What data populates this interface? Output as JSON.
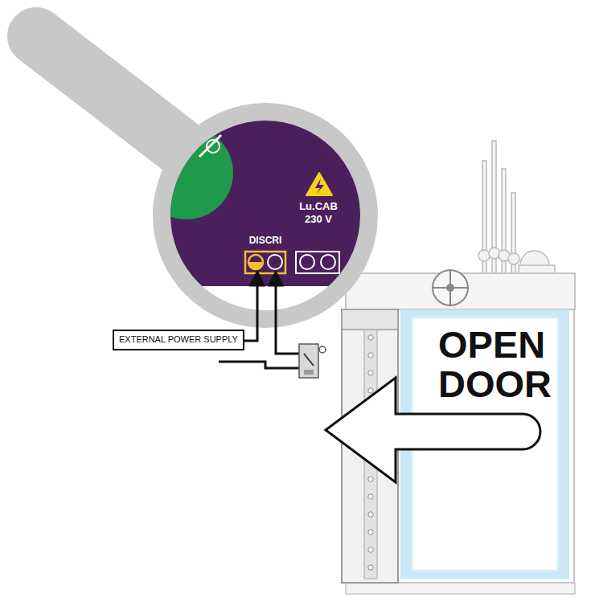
{
  "diagram": {
    "nodes": [
      {
        "text": [
          "EXTERNAL POWER SUPPLY"
        ]
      }
    ],
    "labels": [
      "DISCRI",
      "Lu.CAB 230 V",
      "OPEN DOOR"
    ]
  }
}
